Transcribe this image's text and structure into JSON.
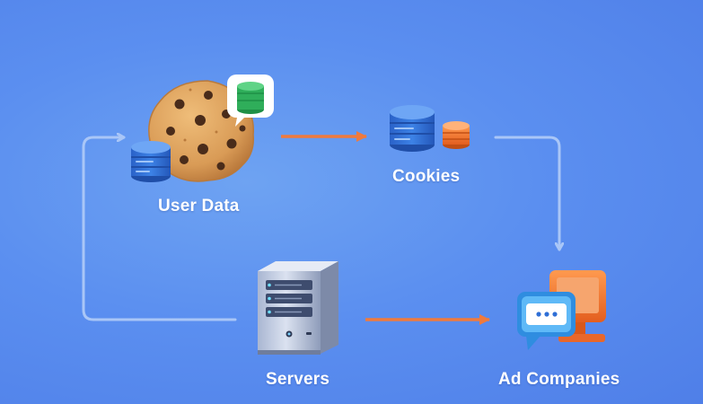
{
  "nodes": {
    "user_data": {
      "label": "User Data"
    },
    "cookies": {
      "label": "Cookies"
    },
    "servers": {
      "label": "Servers"
    },
    "ad_companies": {
      "label": "Ad Companies"
    }
  },
  "colors": {
    "background": "#5b8ff0",
    "arrow_primary": "#ef7a3d",
    "arrow_secondary": "#a9c6f7",
    "database_blue": "#2f6fd6",
    "database_orange": "#ef6a2c",
    "badge_green": "#2fae5a",
    "cookie": "#d99b56",
    "server": "#b8c4dc",
    "chat_blue": "#3ba2ef",
    "monitor_orange": "#f07a2e"
  },
  "icons": {
    "user_data": [
      "cookie-icon",
      "database-icon",
      "database-badge-icon"
    ],
    "cookies": [
      "database-icon",
      "small-database-icon"
    ],
    "servers": [
      "server-tower-icon"
    ],
    "ad_companies": [
      "chat-bubble-icon",
      "monitor-icon"
    ]
  }
}
